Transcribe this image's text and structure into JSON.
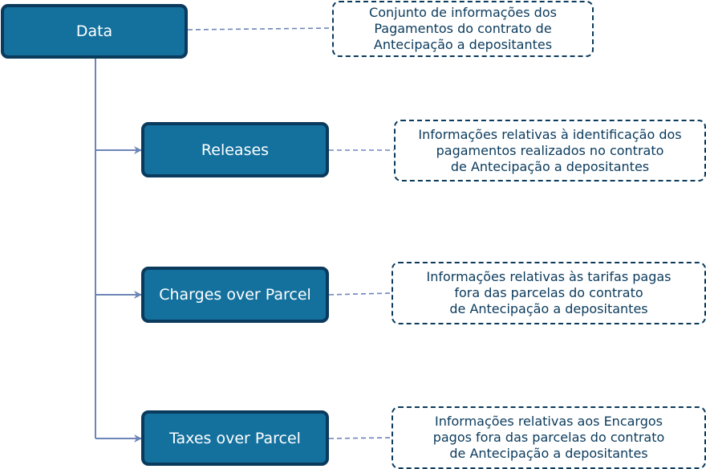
{
  "nodes": {
    "data": "Data",
    "releases": "Releases",
    "charges": "Charges over Parcel",
    "taxes": "Taxes over Parcel"
  },
  "notes": {
    "data": [
      "Conjunto de informações dos",
      "Pagamentos do contrato de",
      "Antecipação a depositantes"
    ],
    "releases": [
      "Informações relativas à identificação dos",
      "pagamentos realizados no contrato",
      "de Antecipação a depositantes"
    ],
    "charges": [
      "Informações relativas às tarifas pagas",
      "fora das parcelas do contrato",
      "de Antecipação a depositantes"
    ],
    "taxes": [
      "Informações relativas aos Encargos",
      "pagos fora das parcelas do contrato",
      "de Antecipação a depositantes"
    ]
  },
  "colors": {
    "node_fill": "#14719e",
    "node_border": "#0a3a5c",
    "connector": "#6e85b7",
    "dashed_line": "#6e85b7",
    "note_border": "#0a3a5c",
    "note_text": "#0a3a5c"
  }
}
